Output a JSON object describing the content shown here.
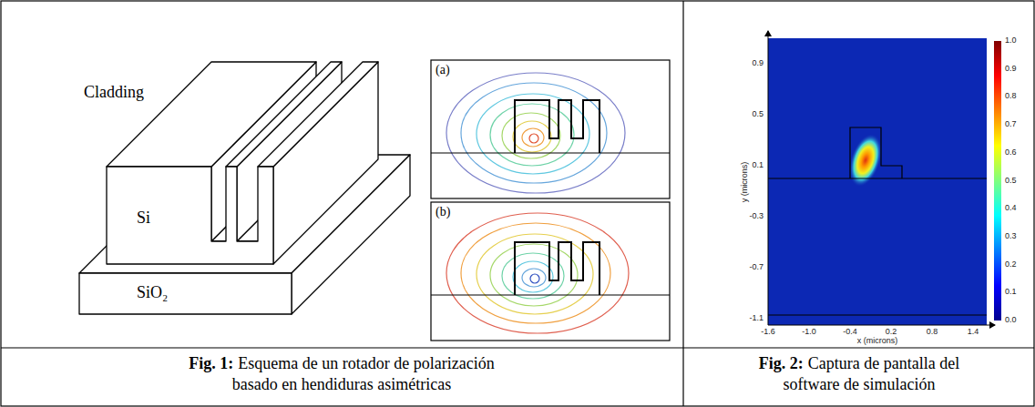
{
  "diagram": {
    "labels": [
      "Cladding",
      "Si",
      "SiO₂",
      "(a)",
      "(b)",
      "0.9",
      "0.5",
      "0.1",
      "-0.3",
      "-0.7",
      "-1.1",
      "-1.6",
      "-1.0",
      "-0.4",
      "0.2",
      "0.8",
      "1.4",
      "x (microns)",
      "y (microns)",
      "1.0",
      "0.9",
      "0.8",
      "0.7",
      "0.6",
      "0.5",
      "0.4",
      "0.3",
      "0.2",
      "0.1",
      "0.0",
      "Fig. 1:",
      "Esquema de un rotador de polarización basado en hendiduras asimétricas",
      "Fig. 2:",
      "Captura de pantalla del software de simulación"
    ]
  }
}
